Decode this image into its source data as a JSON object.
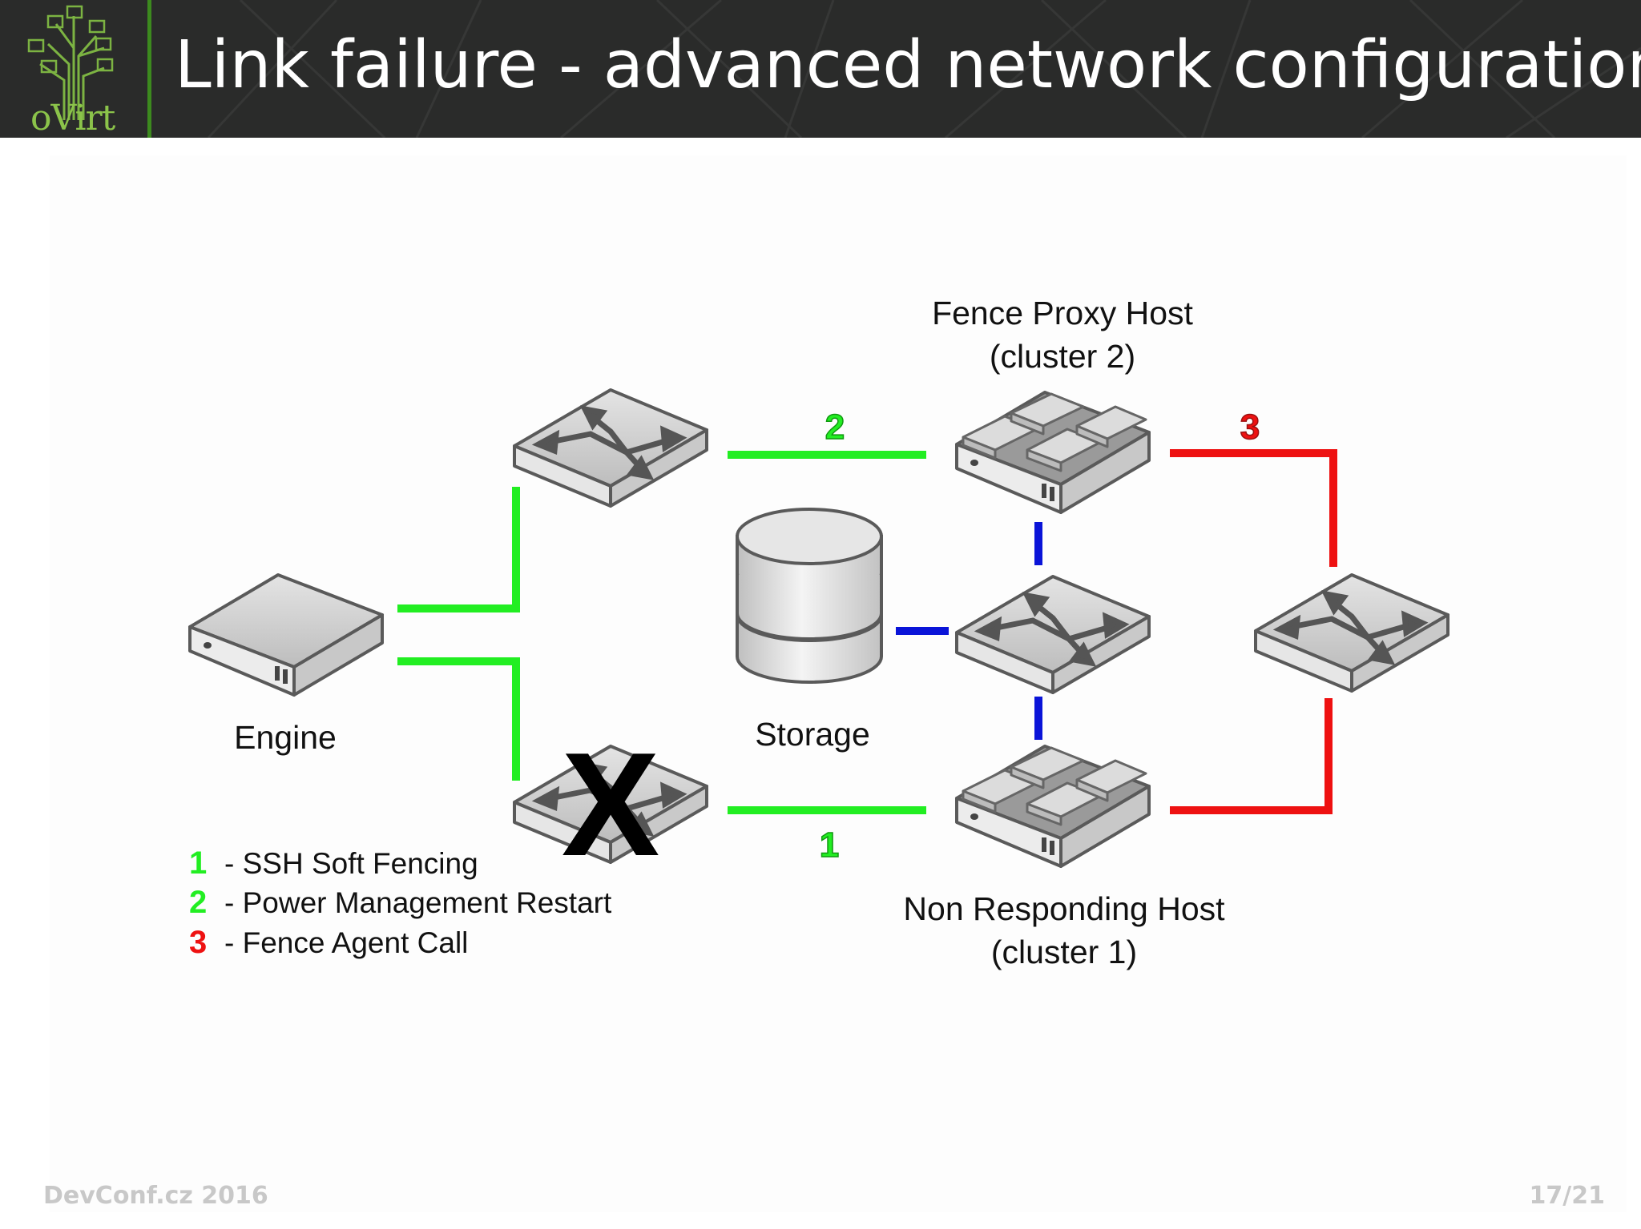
{
  "header": {
    "title": "Link failure - advanced network configuration",
    "logo_text": "oVirt"
  },
  "diagram": {
    "nodes": {
      "engine": "Engine",
      "storage": "Storage",
      "fence_proxy_host": "Fence Proxy Host",
      "fence_proxy_cluster": "(cluster 2)",
      "non_responding_host": "Non Responding Host",
      "non_responding_cluster": "(cluster 1)"
    },
    "link_markers": {
      "path_1": "1",
      "path_2": "2",
      "path_3": "3"
    },
    "failure_mark": "X",
    "colors": {
      "path_1": "#22ee22",
      "path_2": "#22ee22",
      "path_3": "#ee1111",
      "storage_network": "#0a14d8"
    }
  },
  "legend": [
    {
      "num": "1",
      "text": "- SSH Soft Fencing",
      "color": "#22ee22"
    },
    {
      "num": "2",
      "text": "- Power Management Restart",
      "color": "#22ee22"
    },
    {
      "num": "3",
      "text": "- Fence Agent Call",
      "color": "#ee1111"
    }
  ],
  "footer": {
    "event": "DevConf.cz 2016",
    "page": "17/21"
  }
}
